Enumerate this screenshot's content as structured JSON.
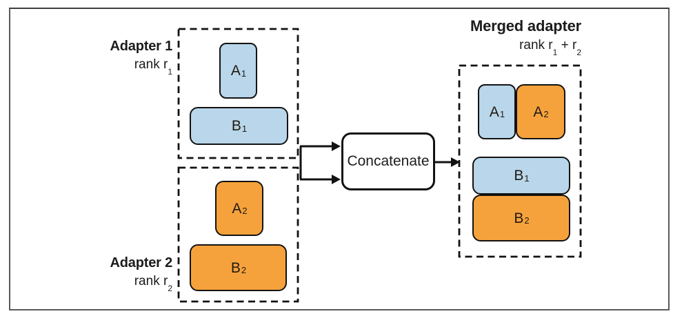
{
  "figure": {
    "adapter1": {
      "title": "Adapter 1",
      "rank_base": "rank r",
      "rank_sub": "1"
    },
    "adapter2": {
      "title": "Adapter 2",
      "rank_base": "rank r",
      "rank_sub": "2"
    },
    "merged": {
      "title": "Merged adapter",
      "rank_base": "rank r",
      "rank_sub1": "1",
      "rank_plus": " + r",
      "rank_sub2": "2"
    },
    "process": {
      "concatenate_label": "Concatenate"
    },
    "blocks": {
      "a1": {
        "base": "A",
        "sub": "1"
      },
      "b1": {
        "base": "B",
        "sub": "1"
      },
      "a2": {
        "base": "A",
        "sub": "2"
      },
      "b2": {
        "base": "B",
        "sub": "2"
      }
    },
    "colors": {
      "adapter1_fill": "#b9d6ea",
      "adapter2_fill": "#f6a23c",
      "outline": "#121212",
      "frame_border": "#5a5a5a",
      "text": "#1c1c1c"
    }
  }
}
